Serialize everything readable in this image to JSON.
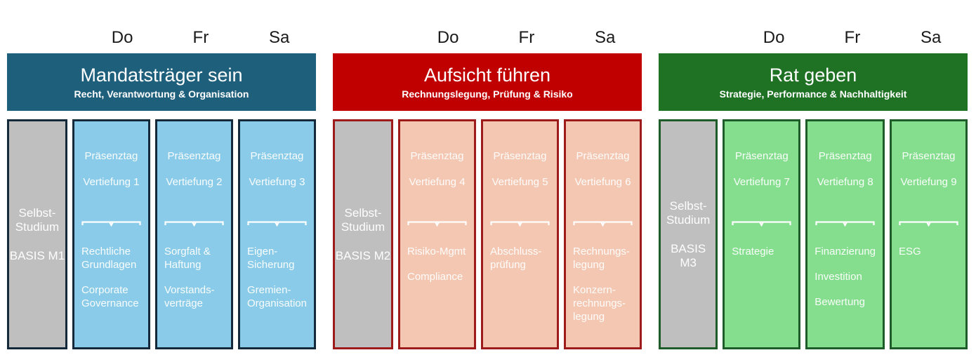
{
  "days_header": [
    "Do",
    "Fr",
    "Sa"
  ],
  "divider_icon": "brace-divider",
  "modules": [
    {
      "title": "Mandatsträger sein",
      "subtitle": "Recht, Verantwortung & Organisation",
      "colors": {
        "header_bg": "#1E5F7C",
        "card_bg": "#89CBE8",
        "card_border": "#14293A",
        "basis_bg": "#BFBFBF",
        "basis_border": "#14293A"
      },
      "basis": {
        "study": "Selbst-\nStudium",
        "label": "BASIS M1"
      },
      "day_cards": [
        {
          "day": "Do",
          "type": "Präsenztag",
          "session": "Vertiefung 1",
          "topics": [
            "Rechtliche\nGrundlagen",
            "Corporate\nGovernance"
          ]
        },
        {
          "day": "Fr",
          "type": "Präsenztag",
          "session": "Vertiefung 2",
          "topics": [
            "Sorgfalt &\nHaftung",
            "Vorstands-\nverträge"
          ]
        },
        {
          "day": "Sa",
          "type": "Präsenztag",
          "session": "Vertiefung 3",
          "topics": [
            "Eigen-\nSicherung",
            "Gremien-\nOrganisation"
          ]
        }
      ]
    },
    {
      "title": "Aufsicht führen",
      "subtitle": "Rechnungslegung, Prüfung & Risiko",
      "colors": {
        "header_bg": "#C00000",
        "card_bg": "#F3C7B1",
        "card_border": "#9E1B1B",
        "basis_bg": "#BFBFBF",
        "basis_border": "#9E1B1B"
      },
      "basis": {
        "study": "Selbst-\nStudium",
        "label": "BASIS M2"
      },
      "day_cards": [
        {
          "day": "Do",
          "type": "Präsenztag",
          "session": "Vertiefung 4",
          "topics": [
            "Risiko-Mgmt",
            "Compliance"
          ]
        },
        {
          "day": "Fr",
          "type": "Präsenztag",
          "session": "Vertiefung 5",
          "topics": [
            "Abschluss-\nprüfung"
          ]
        },
        {
          "day": "Sa",
          "type": "Präsenztag",
          "session": "Vertiefung 6",
          "topics": [
            "Rechnungs-\nlegung",
            "Konzern-\nrechnungs-\nlegung"
          ]
        }
      ]
    },
    {
      "title": "Rat geben",
      "subtitle": "Strategie, Performance & Nachhaltigkeit",
      "colors": {
        "header_bg": "#1F7224",
        "card_bg": "#84DE8E",
        "card_border": "#1E5C2A",
        "basis_bg": "#BFBFBF",
        "basis_border": "#1E5C2A"
      },
      "basis": {
        "study": "Selbst-\nStudium",
        "label": "BASIS M3"
      },
      "day_cards": [
        {
          "day": "Do",
          "type": "Präsenztag",
          "session": "Vertiefung 7",
          "topics": [
            "Strategie"
          ]
        },
        {
          "day": "Fr",
          "type": "Präsenztag",
          "session": "Vertiefung 8",
          "topics": [
            "Finanzierung",
            "Investition",
            "Bewertung"
          ]
        },
        {
          "day": "Sa",
          "type": "Präsenztag",
          "session": "Vertiefung 9",
          "topics": [
            "ESG"
          ]
        }
      ]
    }
  ]
}
